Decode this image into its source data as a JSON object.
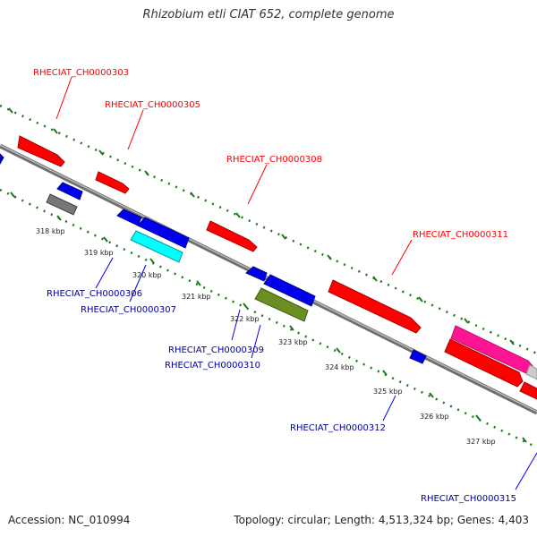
{
  "title": "Rhizobium etli CIAT 652, complete genome",
  "accession": "Accession: NC_010994",
  "summary": "Topology: circular; Length: 4,513,324 bp; Genes: 4,403",
  "colors": {
    "red": "#ff0000",
    "blue": "#0000ee",
    "cyan": "#00ffff",
    "gray": "#777777",
    "olive": "#6b8e23",
    "magenta": "#ff1493",
    "tick": "#1a7a1a",
    "backbone": "#999999"
  },
  "ticks": {
    "kbp": [
      "318 kbp",
      "319 kbp",
      "320 kbp",
      "321 kbp",
      "322 kbp",
      "323 kbp",
      "324 kbp",
      "325 kbp",
      "326 kbp",
      "327 kbp"
    ]
  },
  "forward_labels": [
    "RHECIAT_CH0000303",
    "RHECIAT_CH0000305",
    "RHECIAT_CH0000308",
    "RHECIAT_CH0000311"
  ],
  "reverse_labels": [
    "RHECIAT_CH0000306",
    "RHECIAT_CH0000307",
    "RHECIAT_CH0000309",
    "RHECIAT_CH0000310",
    "RHECIAT_CH0000312",
    "RHECIAT_CH0000315"
  ]
}
